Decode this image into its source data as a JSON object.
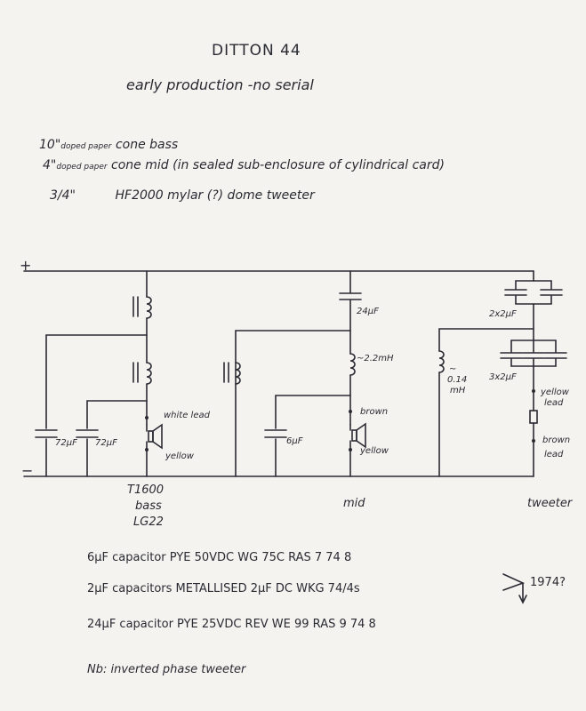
{
  "title": "DITTON 44",
  "subtitle": "early production  -no serial",
  "drivers": [
    {
      "size": "10\"",
      "material": "doped paper",
      "desc": "cone bass"
    },
    {
      "size": "4\"",
      "material": "doped paper",
      "desc": "cone mid (in sealed sub-enclosure of cylindrical card)"
    },
    {
      "size": "3/4\"",
      "material": "",
      "desc": "HF2000  mylar (?) dome tweeter"
    }
  ],
  "rails": {
    "plus": "+",
    "minus": "−"
  },
  "labels": {
    "cap_72a": "72µF",
    "cap_72b": "72µF",
    "bass_white": "white lead",
    "bass_yellow": "yellow",
    "mid_cap": "24µF",
    "mid_ind": "~2.2mH",
    "mid_cap6": "6µF",
    "mid_brown": "brown",
    "mid_yellow": "yellow",
    "tw_cap1": "2x2µF",
    "tw_cap2": "3x2µF",
    "tw_ind_a": "~",
    "tw_ind_b": "0.14",
    "tw_ind_c": "mH",
    "tw_yellow_a": "yellow",
    "tw_yellow_b": "lead",
    "tw_brown_a": "brown",
    "tw_brown_b": "lead"
  },
  "sections": {
    "bass_a": "T1600",
    "bass_b": "bass",
    "bass_c": "LG22",
    "mid": "mid",
    "tweeter": "tweeter"
  },
  "notes": [
    "6µF capacitor  PYE  50VDC  WG  75C  RAS   7  74  8",
    "2µF capacitors  METALLISED  2µF DC WKG   74/4s",
    "24µF capacitor  PYE  25VDC  REV   WE  99  RAS   9  74  8"
  ],
  "date_note": "1974?",
  "footnote": "Nb: inverted phase tweeter"
}
